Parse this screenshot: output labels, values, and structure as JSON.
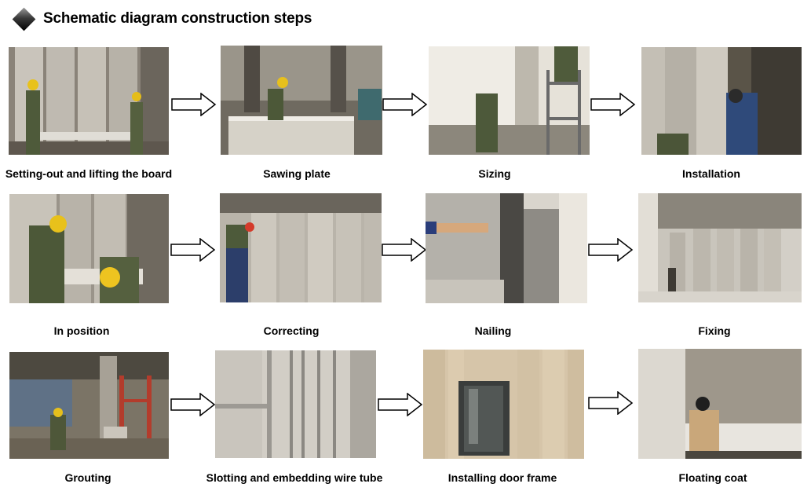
{
  "title": "Schematic diagram construction steps",
  "steps": [
    {
      "label": "Setting-out and lifting the board"
    },
    {
      "label": "Sawing plate"
    },
    {
      "label": "Sizing"
    },
    {
      "label": "Installation"
    },
    {
      "label": "In position"
    },
    {
      "label": "Correcting"
    },
    {
      "label": "Nailing"
    },
    {
      "label": "Fixing"
    },
    {
      "label": "Grouting"
    },
    {
      "label": "Slotting and embedding wire tube"
    },
    {
      "label": "Installing door frame"
    },
    {
      "label": "Floating coat"
    }
  ]
}
